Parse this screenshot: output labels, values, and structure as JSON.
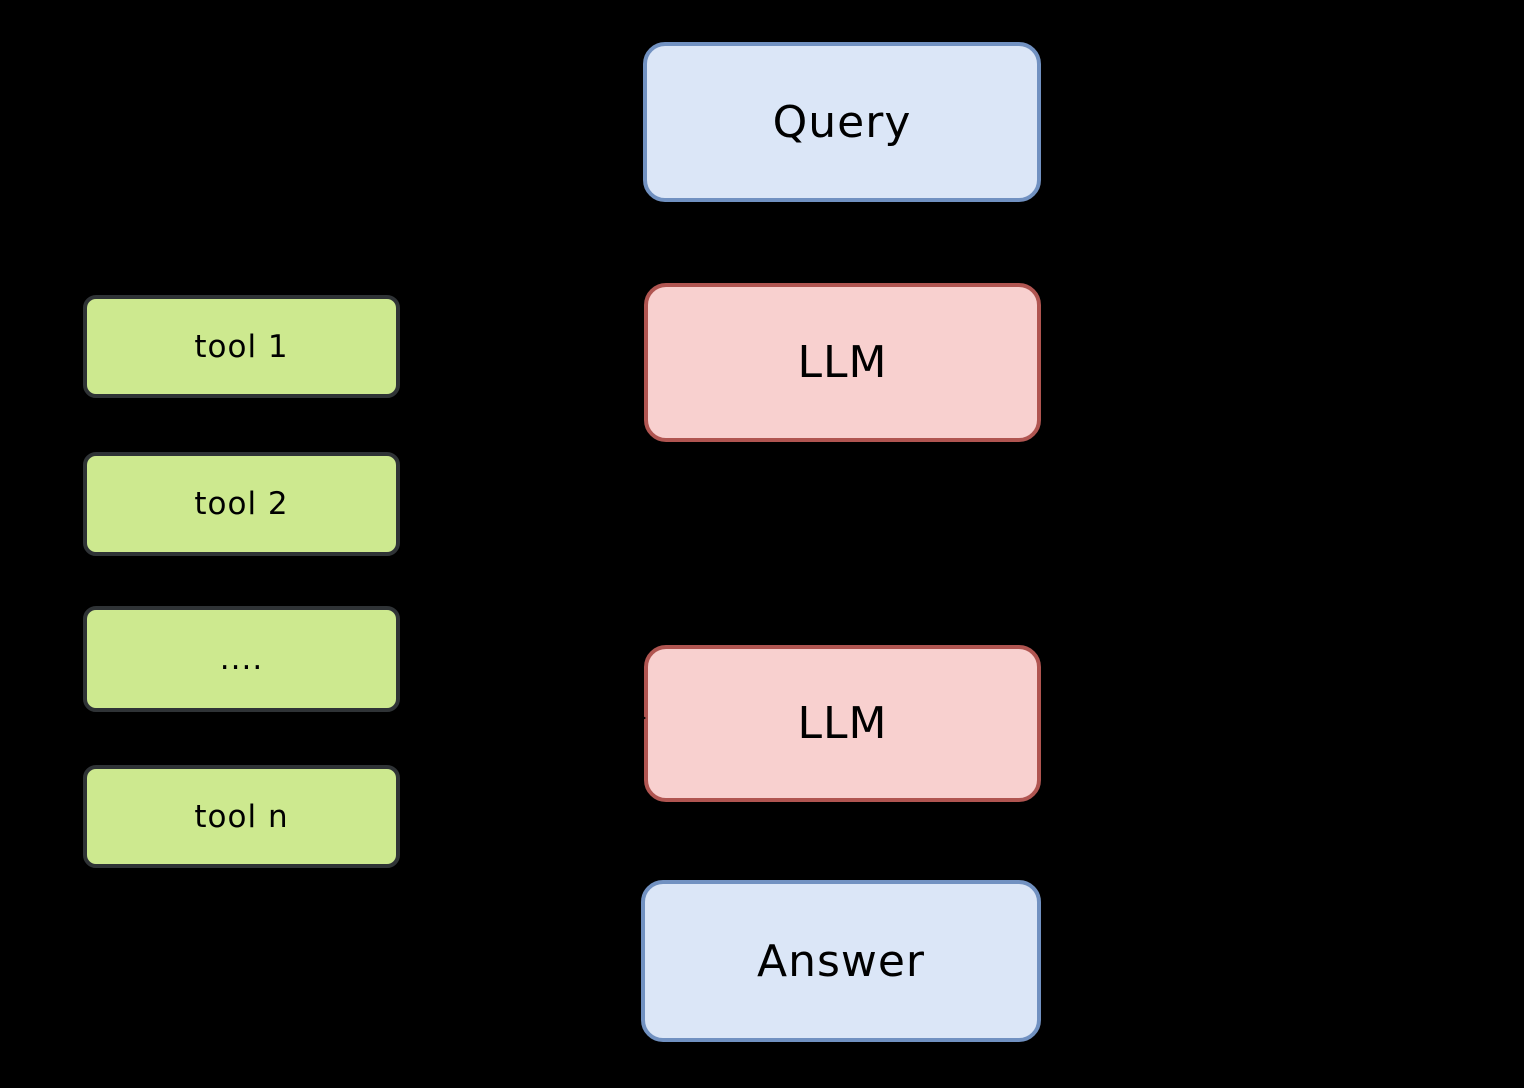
{
  "diagram": {
    "background": "#000000",
    "text_color": "#000000",
    "palette": {
      "io_fill": "#dbe6f7",
      "io_border": "#7191c1",
      "llm_fill": "#f8d0cf",
      "llm_border": "#b05551",
      "tool_fill": "#cde98f",
      "tool_border": "#2f3336"
    },
    "nodes": [
      {
        "id": "query",
        "label": "Query",
        "kind": "io",
        "fill": "#dbe6f7",
        "border": "#7191c1"
      },
      {
        "id": "llm-top",
        "label": "LLM",
        "kind": "llm",
        "fill": "#f8d0cf",
        "border": "#b05551"
      },
      {
        "id": "tool-1",
        "label": "tool 1",
        "kind": "tool",
        "fill": "#cde98f",
        "border": "#2f3336"
      },
      {
        "id": "tool-2",
        "label": "tool 2",
        "kind": "tool",
        "fill": "#cde98f",
        "border": "#2f3336"
      },
      {
        "id": "tool-ellipsis",
        "label": "....",
        "kind": "tool",
        "fill": "#cde98f",
        "border": "#2f3336"
      },
      {
        "id": "tool-n",
        "label": "tool n",
        "kind": "tool",
        "fill": "#cde98f",
        "border": "#2f3336"
      },
      {
        "id": "llm-bottom",
        "label": "LLM",
        "kind": "llm",
        "fill": "#f8d0cf",
        "border": "#b05551"
      },
      {
        "id": "answer",
        "label": "Answer",
        "kind": "io",
        "fill": "#dbe6f7",
        "border": "#7191c1"
      }
    ]
  }
}
